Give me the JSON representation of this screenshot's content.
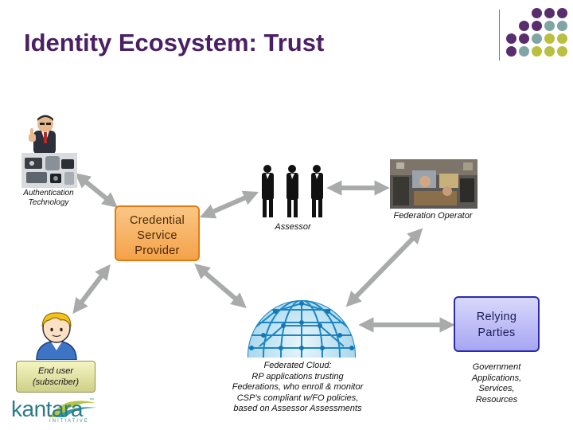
{
  "slide": {
    "title": "Identity Ecosystem: Trust"
  },
  "nodes": {
    "credential_service_provider": [
      "Credential",
      "Service",
      "Provider"
    ],
    "relying_parties": [
      "Relying",
      "Parties"
    ],
    "end_user": [
      "End user",
      "(subscriber)"
    ],
    "authentication_technology": [
      "Authentication",
      "Technology"
    ],
    "assessor": "Assessor",
    "federation_operator": "Federation Operator",
    "federated_cloud": [
      "Federated Cloud:",
      "RP applications trusting",
      "Federations, who enroll & monitor",
      "CSP’s compliant w/FO policies,",
      "based on Assessor Assessments"
    ],
    "relying_party_types": [
      "Government",
      "Applications,",
      "Services,",
      "Resources"
    ]
  },
  "logo": {
    "name": "kantara",
    "tagline": "INITIATIVE",
    "mark": "™"
  },
  "icons": {
    "decor": "dot-grid",
    "arrows": "double-headed-arrow",
    "persons": [
      "businessman-thumbs-up-icon",
      "end-user-avatar-icon",
      "assessor-group-icon"
    ],
    "scenes": [
      "authentication-hardware-image",
      "federation-operator-photo",
      "globe-network-icon"
    ]
  },
  "colors": {
    "title": "#4b1f63",
    "dot_purple": "#5a2d6e",
    "dot_teal": "#7fa6a3",
    "dot_olive": "#b9bf3e",
    "arrow": "#a9aaaa",
    "csp_border": "#e07c12",
    "rp_border": "#2b2bb0"
  }
}
